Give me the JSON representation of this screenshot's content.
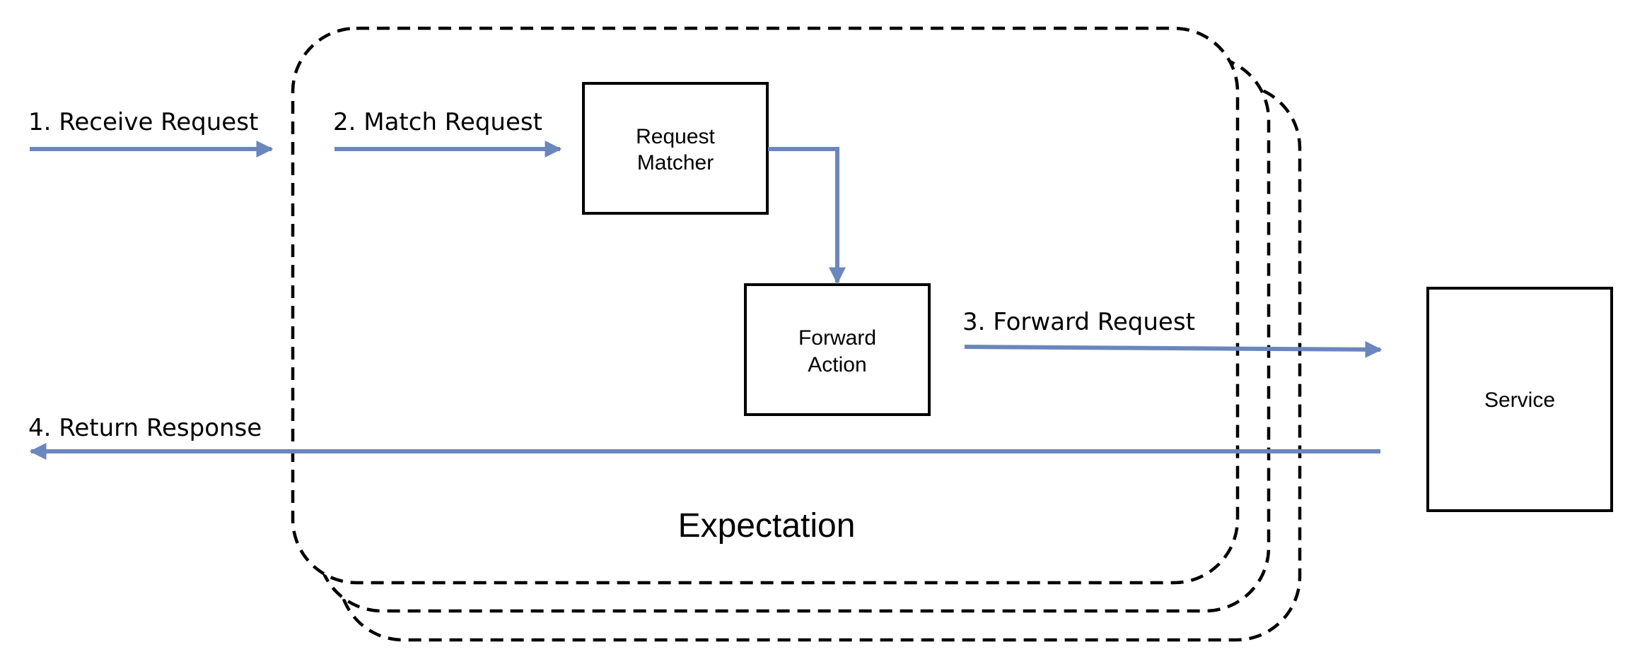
{
  "diagram": {
    "steps": {
      "receive": "1. Receive Request",
      "match": "2. Match Request",
      "forward": "3. Forward Request",
      "return": "4. Return Response"
    },
    "boxes": {
      "matcher": [
        "Request",
        "Matcher"
      ],
      "forward_action": [
        "Forward",
        "Action"
      ],
      "service": "Service"
    },
    "expectation_label": "Expectation",
    "colors": {
      "arrow": "#6a86bd",
      "box_stroke": "#000000",
      "background": "#ffffff"
    }
  }
}
